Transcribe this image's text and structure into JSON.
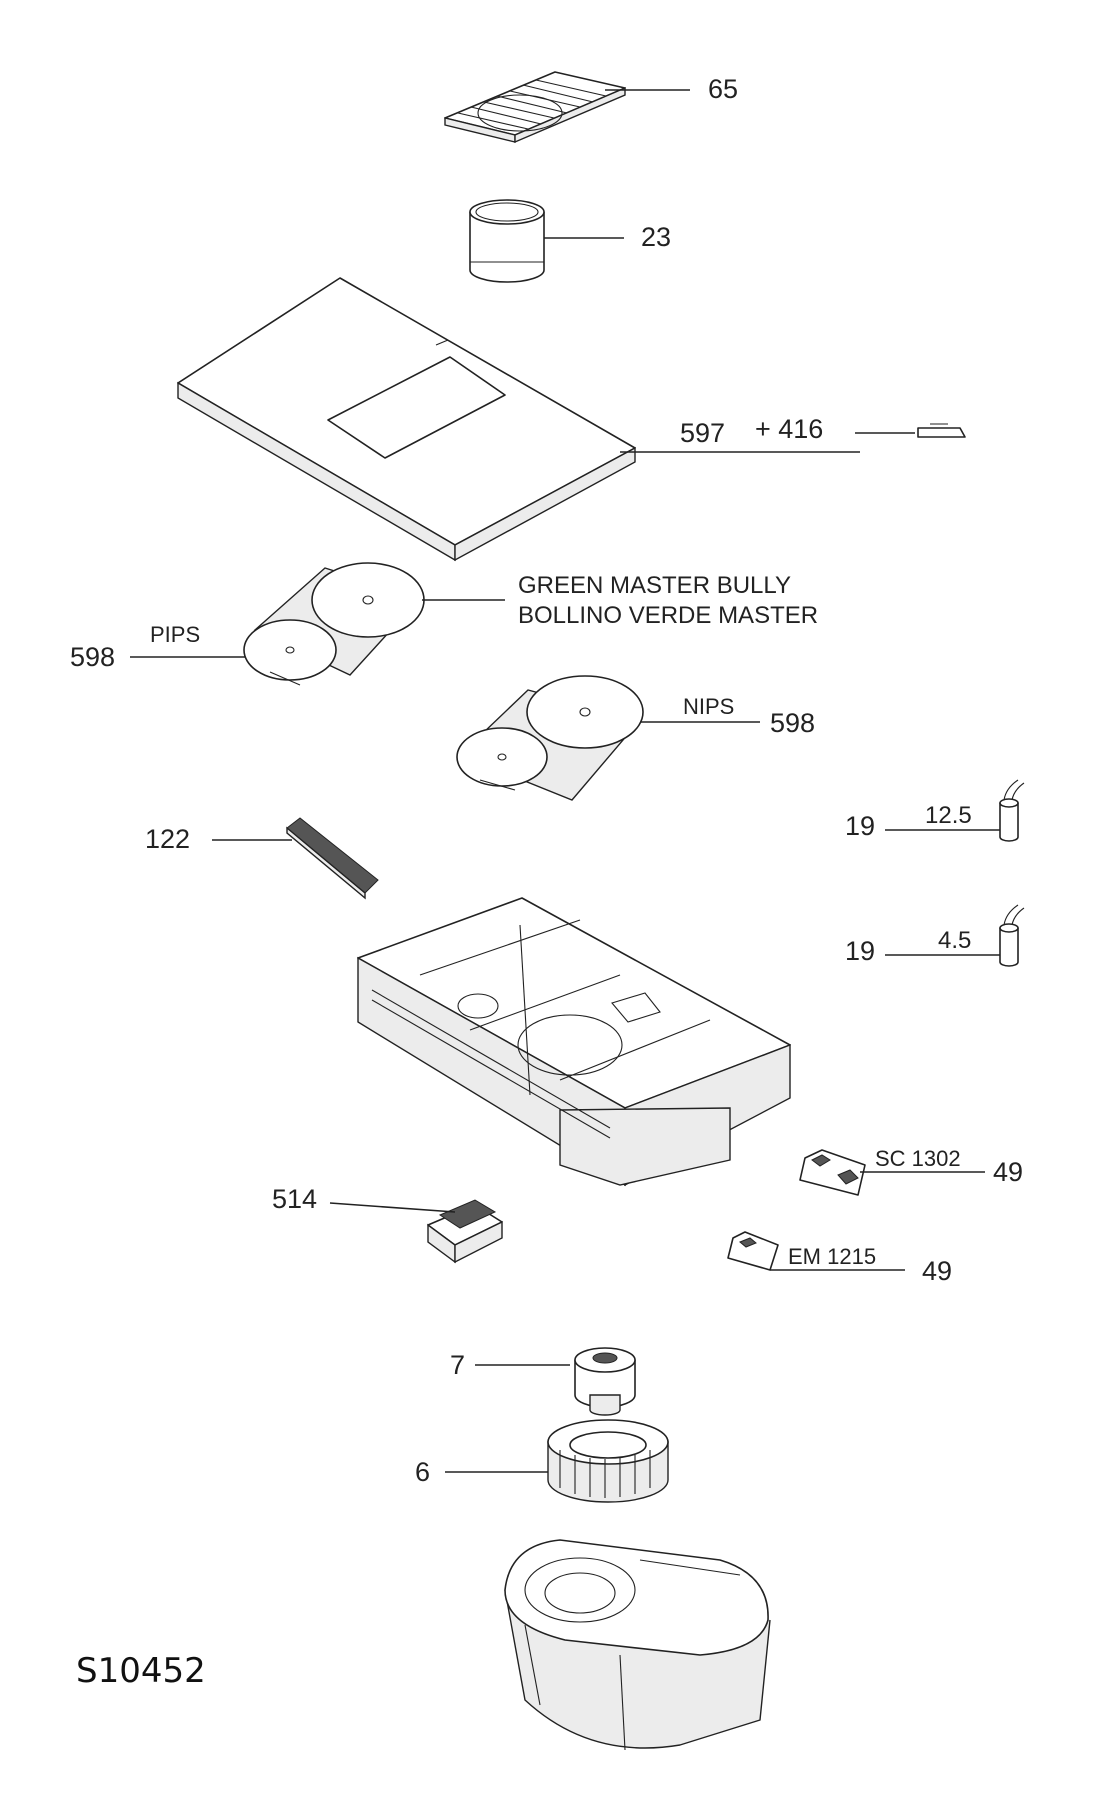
{
  "diagram_code": "S10452",
  "callouts": {
    "p65": "65",
    "p23": "23",
    "p597": "597",
    "p416": "+ 416",
    "bully_line1": "GREEN MASTER BULLY",
    "bully_line2": "BOLLINO VERDE MASTER",
    "pips_tag": "PIPS",
    "pips_num": "598",
    "nips_tag": "NIPS",
    "nips_num": "598",
    "cap1_value": "12.5",
    "cap1_num": "19",
    "cap2_value": "4.5",
    "cap2_num": "19",
    "p122": "122",
    "sc_tag": "SC 1302",
    "sc_num": "49",
    "p514": "514",
    "em_tag": "EM 1215",
    "em_num": "49",
    "p7": "7",
    "p6": "6"
  }
}
